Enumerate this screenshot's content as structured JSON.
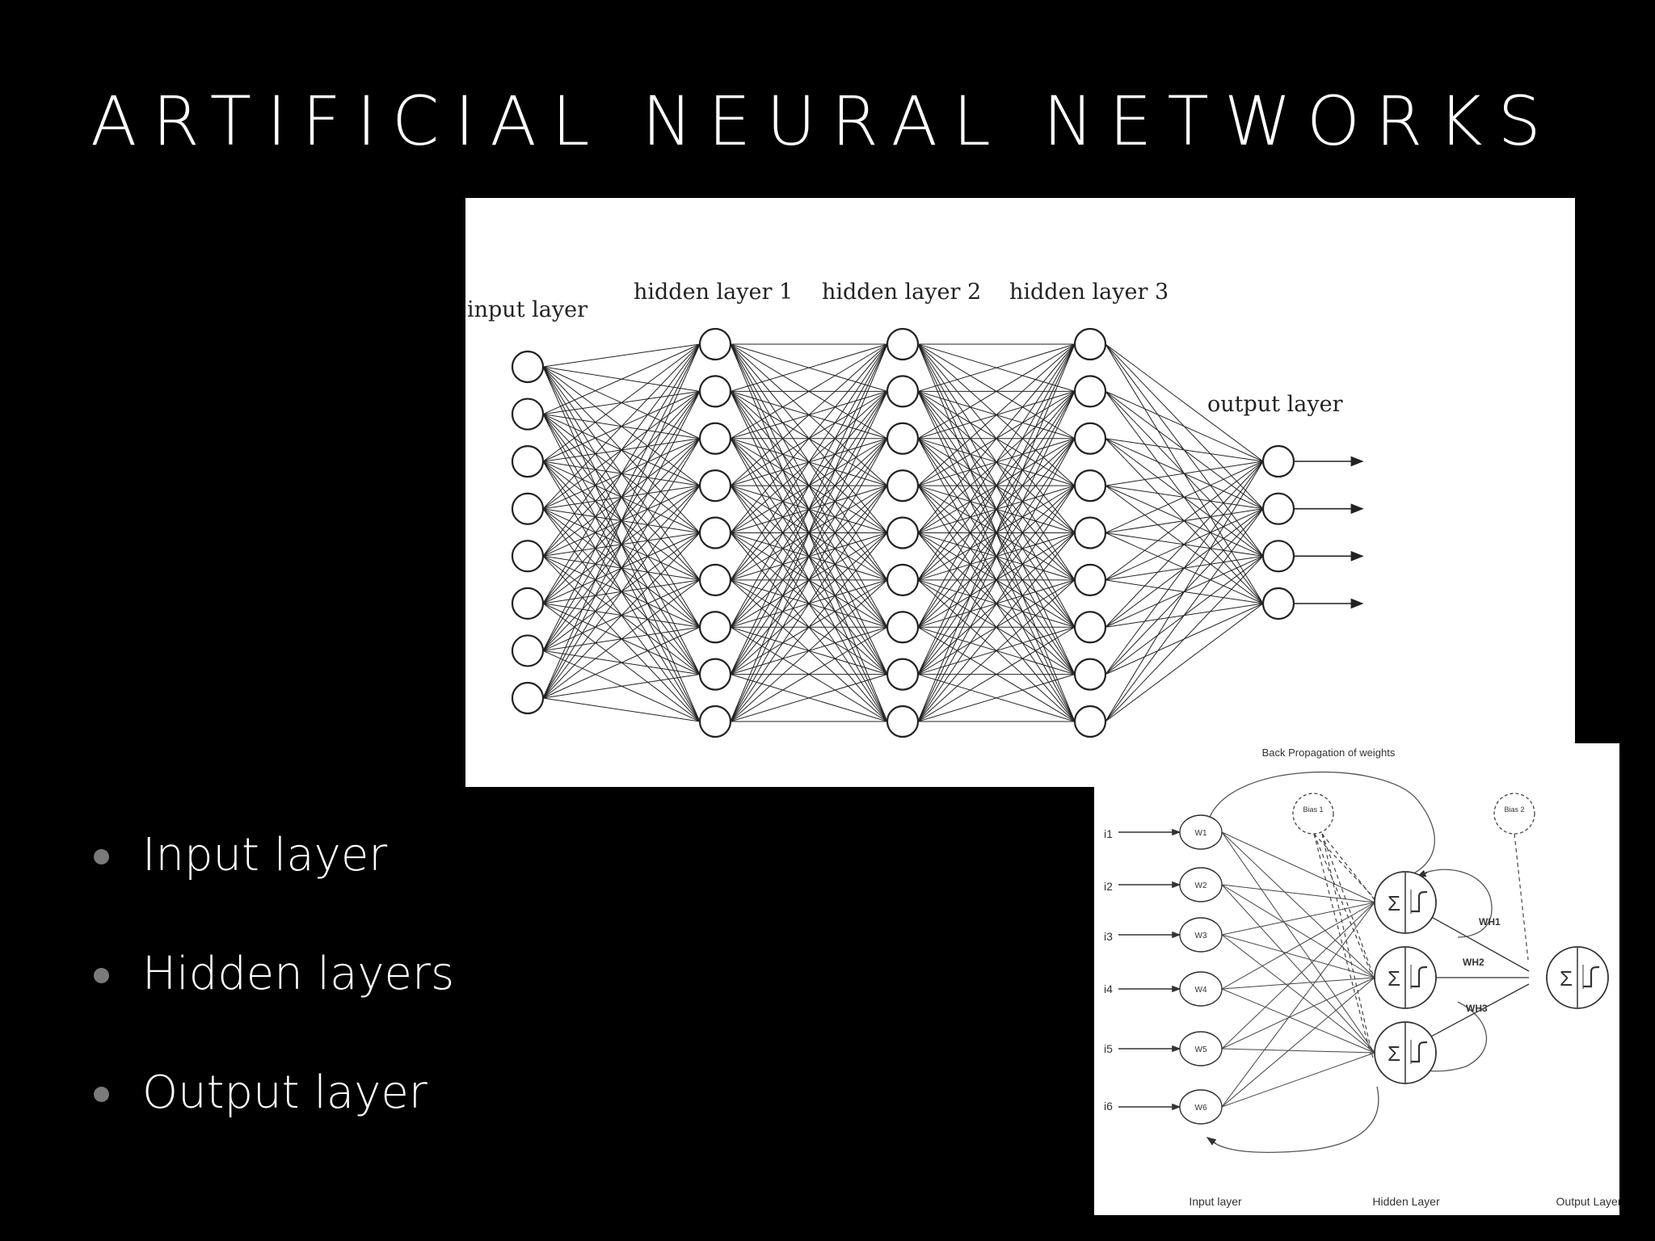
{
  "slide": {
    "title": "ARTIFICIAL NEURAL NETWORKS",
    "bullets": [
      "Input layer",
      "Hidden layers",
      "Output layer"
    ]
  },
  "figure_1": {
    "labels": {
      "input": "input layer",
      "hidden_1": "hidden layer 1",
      "hidden_2": "hidden layer 2",
      "hidden_3": "hidden layer 3",
      "output": "output layer"
    },
    "layer_neuron_counts": [
      8,
      9,
      9,
      9,
      4
    ],
    "outputs_have_arrows": true
  },
  "figure_2": {
    "title": "Back Propagation of weights",
    "inputs": [
      "i1",
      "i2",
      "i3",
      "i4",
      "i5",
      "i6"
    ],
    "input_weights": [
      "W1",
      "W2",
      "W3",
      "W4",
      "W5",
      "W6"
    ],
    "biases": [
      "Bias 1",
      "Bias 2"
    ],
    "hidden_to_output_weights": [
      "WH1",
      "WH2",
      "WH3"
    ],
    "hidden_neuron_count": 3,
    "summation_symbol": "Σ",
    "layer_labels": [
      "Input layer",
      "Hidden Layer",
      "Output Layer"
    ]
  },
  "colors": {
    "background": "#000000",
    "text": "#ffffff",
    "bullet": "#7a7a7a",
    "diagram_ink": "#222222"
  }
}
